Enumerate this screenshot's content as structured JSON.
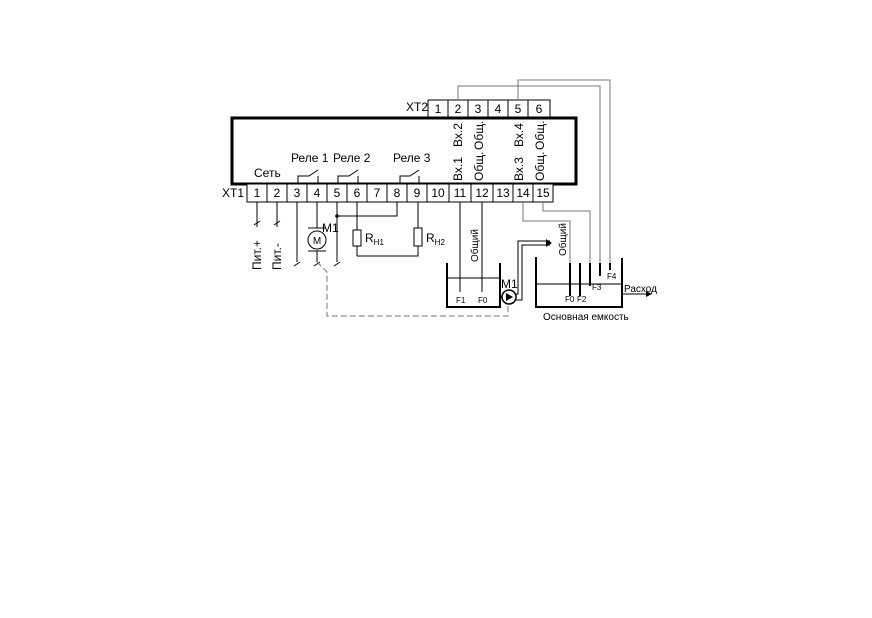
{
  "xt2": {
    "label": "XT2",
    "pins": [
      "1",
      "2",
      "3",
      "4",
      "5",
      "6"
    ]
  },
  "xt1": {
    "label": "XT1",
    "pins": [
      "1",
      "2",
      "3",
      "4",
      "5",
      "6",
      "7",
      "8",
      "9",
      "10",
      "11",
      "12",
      "13",
      "14",
      "15"
    ]
  },
  "controller": {
    "top_labels": [
      "Вх.2",
      "Общ.",
      "Вх.4",
      "Общ."
    ],
    "bottom_labels": [
      "Вх.1",
      "Общ.",
      "Вх.3",
      "Общ."
    ],
    "set": "Сеть",
    "relay1": "Реле 1",
    "relay2": "Реле 2",
    "relay3": "Реле 3"
  },
  "power": {
    "plus": "Пит.+",
    "minus": "Пит.-"
  },
  "motor": {
    "letter": "M",
    "label": "M1"
  },
  "heaters": {
    "rh1_main": "R",
    "rh1_sub": "Н1",
    "rh2_main": "R",
    "rh2_sub": "Н2"
  },
  "tank_small": {
    "common": "Общий",
    "f1": "F1",
    "f0": "F0"
  },
  "pump": {
    "label": "M1"
  },
  "tank_main": {
    "common": "Общий",
    "f0": "F0",
    "f2": "F2",
    "f3": "F3",
    "f4": "F4",
    "outflow": "Расход",
    "caption": "Основная емкость"
  }
}
